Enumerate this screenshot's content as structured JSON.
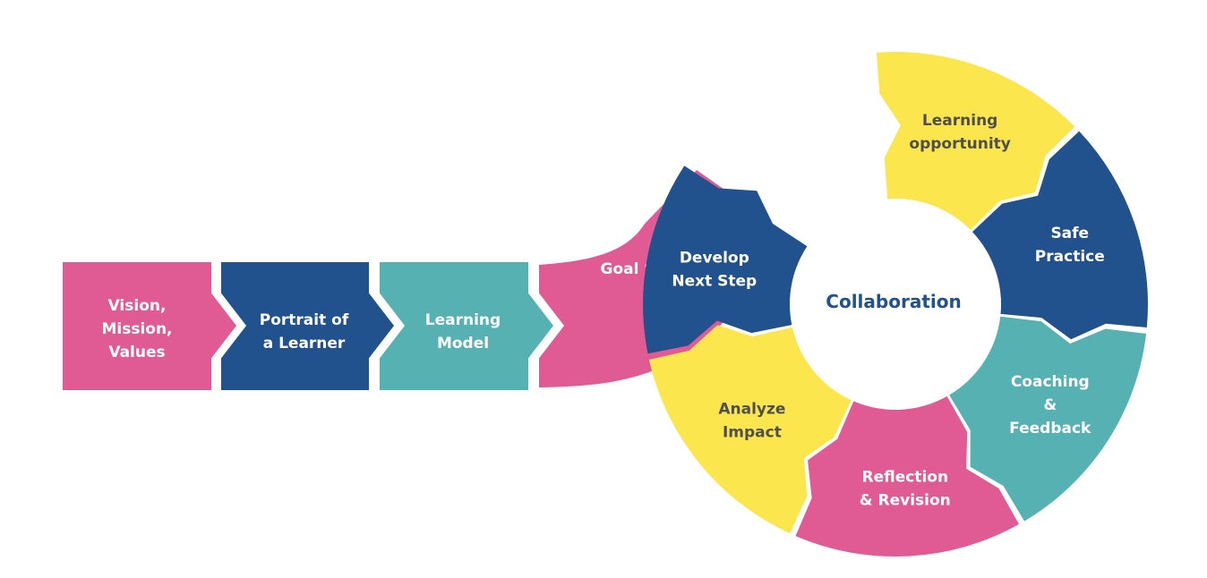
{
  "colors": {
    "pink": "#e05a94",
    "navy": "#22528d",
    "teal": "#56b1b3",
    "yellow": "#fbe64e",
    "white_text": "#ffffff",
    "dark_text": "#4f4f4f",
    "center_text": "#22528d"
  },
  "linear_steps": [
    {
      "lines": [
        "Vision,",
        "Mission,",
        "Values"
      ],
      "color": "pink",
      "text_color": "white_text"
    },
    {
      "lines": [
        "Portrait of",
        "a Learner"
      ],
      "color": "navy",
      "text_color": "white_text"
    },
    {
      "lines": [
        "Learning",
        "Model"
      ],
      "color": "teal",
      "text_color": "white_text"
    }
  ],
  "transition_step": {
    "lines": [
      "Goal Setting"
    ],
    "color": "pink",
    "text_color": "white_text"
  },
  "cycle": {
    "center_label": "Collaboration",
    "segments": [
      {
        "lines": [
          "Learning",
          "opportunity"
        ],
        "color": "yellow",
        "text_color": "dark_text"
      },
      {
        "lines": [
          "Safe",
          "Practice"
        ],
        "color": "navy",
        "text_color": "white_text"
      },
      {
        "lines": [
          "Coaching",
          "&",
          "Feedback"
        ],
        "color": "teal",
        "text_color": "white_text"
      },
      {
        "lines": [
          "Reflection",
          "& Revision"
        ],
        "color": "pink",
        "text_color": "white_text"
      },
      {
        "lines": [
          "Analyze",
          "Impact"
        ],
        "color": "yellow",
        "text_color": "dark_text"
      },
      {
        "lines": [
          "Develop",
          "Next Step"
        ],
        "color": "navy",
        "text_color": "white_text"
      }
    ]
  }
}
